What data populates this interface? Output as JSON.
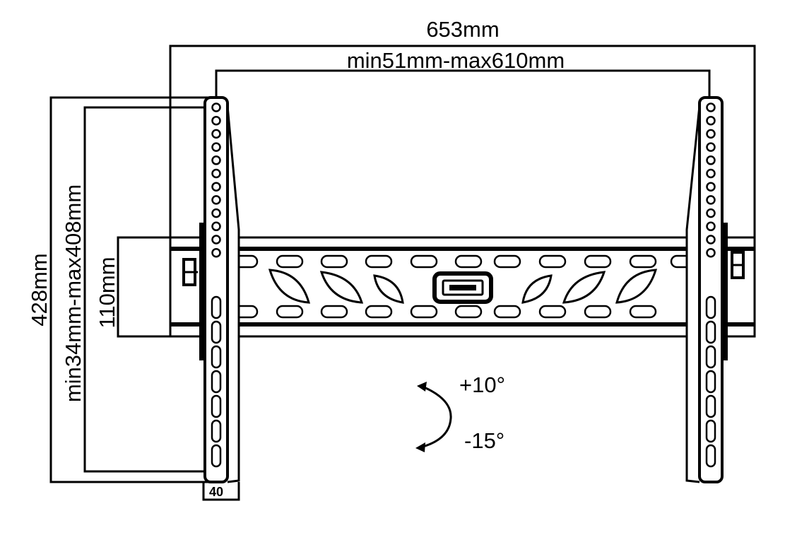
{
  "dimensions": {
    "overall_width": "653mm",
    "hole_span": "min51mm-max610mm",
    "overall_height": "428mm",
    "vertical_span": "min34mm-max408mm",
    "rail_height": "110mm",
    "depth": "40"
  },
  "tilt": {
    "up": "+10°",
    "down": "-15°"
  },
  "colors": {
    "line": "#000000",
    "background": "#ffffff"
  }
}
